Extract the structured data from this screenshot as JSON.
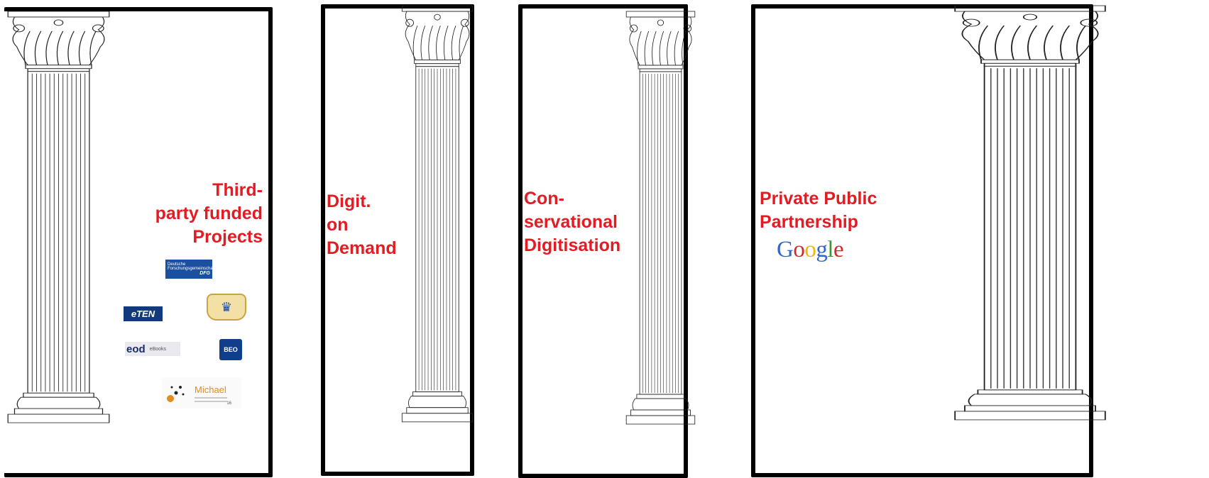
{
  "pillars": [
    {
      "label_lines": [
        "Third-",
        "party funded",
        "Projects"
      ],
      "logos": {
        "dfg_text": "Deutsche Forschungsgemeinschaft",
        "dfg_tag": "DFG",
        "eten": "eTEN",
        "crest": "♛",
        "eod": "eod",
        "eod_sub": "eBooks",
        "beo": "BEO",
        "michael": "Michael",
        "michael_num": "16"
      }
    },
    {
      "label_lines": [
        "Digit.",
        "on",
        "Demand"
      ]
    },
    {
      "label_lines": [
        "Con-",
        "servational",
        "Digitisation"
      ]
    },
    {
      "label_lines": [
        "Private Public",
        "Partnership"
      ],
      "logo_text": [
        "G",
        "o",
        "o",
        "g",
        "l",
        "e"
      ],
      "logo_colors": [
        "#3366cc",
        "#d62828",
        "#f2b705",
        "#3366cc",
        "#339933",
        "#d62828"
      ]
    }
  ],
  "colors": {
    "label": "#e31b23",
    "frame": "#000000"
  }
}
